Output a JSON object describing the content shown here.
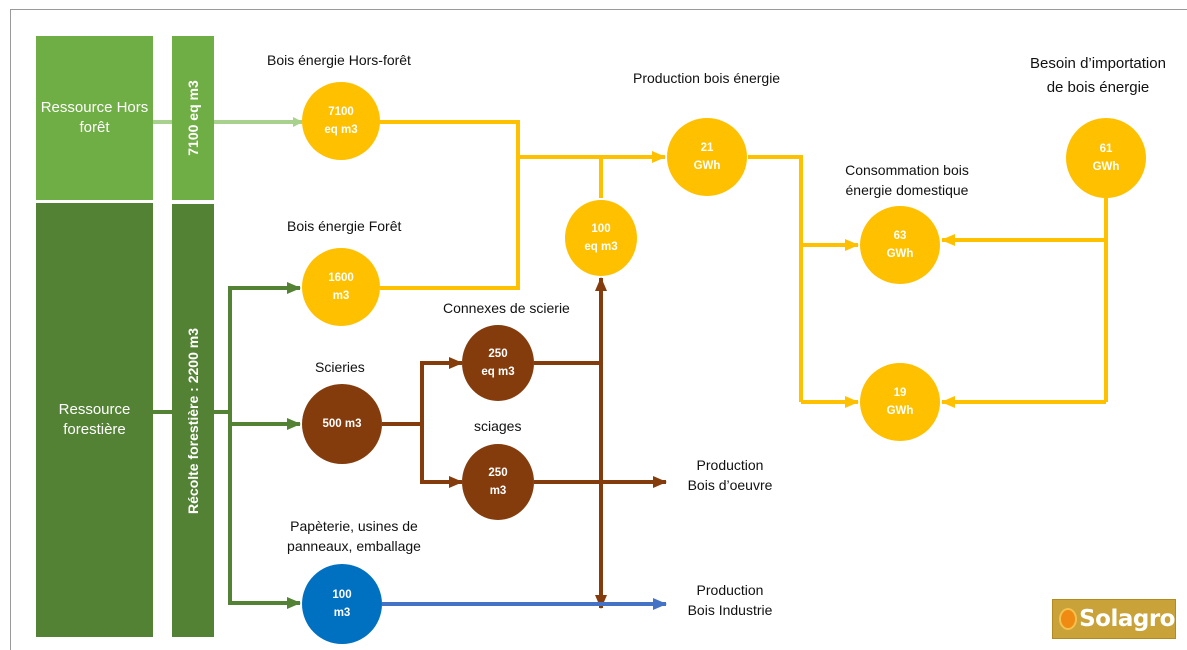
{
  "colors": {
    "light_green": "#6fae45",
    "light_green_arrow": "#a9d18e",
    "dark_green": "#548235",
    "yellow": "#ffc000",
    "brown": "#843c0c",
    "blue": "#0070c0",
    "blue_arrow": "#4472c4"
  },
  "boxes": {
    "hors_foret": {
      "label": "Ressource Hors forêt",
      "value": "7100 eq m3"
    },
    "forestiere": {
      "label": "Ressource forestière",
      "value": "Récolte forestière : 2200 m3"
    }
  },
  "nodes": {
    "hors_foret": {
      "value": "7100",
      "unit": "eq m3"
    },
    "foret": {
      "value": "1600",
      "unit": "m3"
    },
    "scieries": {
      "value": "500 m3"
    },
    "papeterie": {
      "value": "100",
      "unit": "m3"
    },
    "connexes": {
      "value": "250",
      "unit": "eq m3"
    },
    "sciages": {
      "value": "250",
      "unit": "m3"
    },
    "junction": {
      "value": "100",
      "unit": "eq m3"
    },
    "production": {
      "value": "21",
      "unit": "GWh"
    },
    "conso1": {
      "value": "63",
      "unit": "GWh"
    },
    "conso2": {
      "value": "19",
      "unit": "GWh"
    },
    "import": {
      "value": "61",
      "unit": "GWh"
    }
  },
  "labels": {
    "hors_foret": "Bois énergie Hors-forêt",
    "foret": "Bois énergie Forêt",
    "scieries": "Scieries",
    "connexes": "Connexes de scierie",
    "sciages": "sciages",
    "papeterie_line1": "Papèterie, usines de",
    "papeterie_line2": "panneaux, emballage",
    "production_bois_energie": "Production bois énergie",
    "conso_line1": "Consommation bois",
    "conso_line2": "énergie domestique",
    "besoin_line1": "Besoin d’importation",
    "besoin_line2": "de bois énergie",
    "bois_oeuvre_line1": "Production",
    "bois_oeuvre_line2": "Bois d’oeuvre",
    "bois_industrie_line1": "Production",
    "bois_industrie_line2": "Bois Industrie"
  },
  "logo": {
    "text": "Solagro"
  }
}
